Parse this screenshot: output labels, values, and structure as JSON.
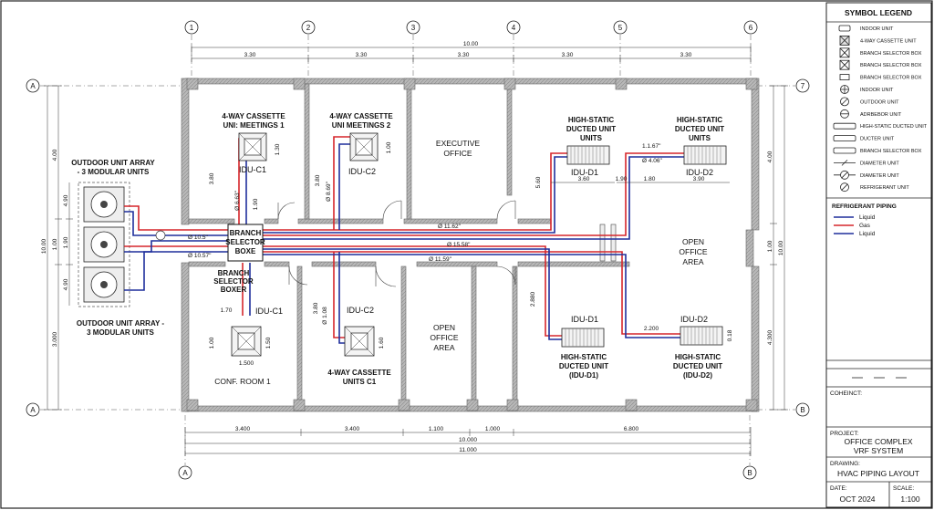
{
  "grid": {
    "columns": [
      "1",
      "2",
      "3",
      "4",
      "5",
      "6"
    ],
    "rows": [
      "A",
      "7",
      "A",
      "B",
      "A",
      "B"
    ]
  },
  "dims": {
    "top_total": "10.00",
    "top_bays": [
      "3.30",
      "3.30",
      "3.30",
      "3.30",
      "3.30"
    ],
    "bottom_bays": [
      "3.400",
      "3.400",
      "1.100",
      "1.000",
      "6.800"
    ],
    "bottom_total_1": "10.000",
    "bottom_total_2": "11.000",
    "left_total": "10.00",
    "left_upper": "4.00",
    "left_middle": "1.00",
    "left_lower": "3.000",
    "right_upper": "4.00",
    "right_middle": "1.00",
    "right_lower": "4.300",
    "right_total": "10.00",
    "oda_1": "4.90",
    "oda_2": "1.90",
    "oda_3": "4.90",
    "c1_side": "1.30",
    "c1_pipe": "1.90",
    "c1_pipe_dia": "Ø 6.63\"",
    "c2_pipe_dia": "Ø 8.69\"",
    "c2_left": "3.80",
    "c1_left": "3.80",
    "c2_side": "1.00",
    "d1_width": "3.60",
    "d1_drop": "5.60",
    "d2_width": "3.90",
    "d2_gap": "1.80",
    "d_mid": "1.90",
    "d_top": "1.1.67\"",
    "d_dia": "Ø 4.06\"",
    "main_1": "Ø 11.62\"",
    "main_2": "Ø 15.58\"",
    "main_3": "Ø 11.59\"",
    "od_1": "Ø 10.5\"",
    "od_2": "Ø 10.57\"",
    "lc1_top": "1.70",
    "lc1_side": "1.00",
    "lc1_side2": "1.50",
    "lc1_bottom": "1.500",
    "lc2_left": "3.80",
    "lc2_dia": "Ø 1.08",
    "lc2_side": "1.60",
    "ld1_drop": "2.880",
    "ld2_run": "2.200",
    "ld2_side": "0.18"
  },
  "labels": {
    "oda_top": [
      "OUTDOOR UNIT ARRAY",
      "- 3 MODULAR UNITS"
    ],
    "oda_bottom": [
      "OUTDOOR UNIT ARRAY -",
      "3 MODULAR UNITS"
    ],
    "c1_title": [
      "4-WAY CASSETTE",
      "UNI: MEETINGS 1"
    ],
    "c2_title": [
      "4-WAY CASSETTE",
      "UNI MEETINGS 2"
    ],
    "exec": [
      "EXECUTIVE",
      "OFFICE"
    ],
    "hs1_title": [
      "HIGH-STATIC",
      "DUCTED UNIT",
      "UNITS"
    ],
    "hs2_title": [
      "HIGH-STATIC",
      "DUCTED UNIT",
      "UNITS"
    ],
    "idu_c1": "IDU-C1",
    "idu_c2": "IDU-C2",
    "idu_d1": "IDU-D1",
    "idu_d2": "IDU-D2",
    "bsb_top": [
      "BRANCH",
      "SELECTOR",
      "BOXE"
    ],
    "bsb_bottom": [
      "BRANCH",
      "SELECTOR",
      "BOXER"
    ],
    "open_office_right": [
      "OPEN",
      "OFFICE",
      "AREA"
    ],
    "open_office_mid": [
      "OPEN",
      "OFFICE",
      "AREA"
    ],
    "lc1_idu": "IDU-C1",
    "lc2_idu": "IDU-C2",
    "ld1_idu": "IDU-D1",
    "ld2_idu": "IDU-D2",
    "conf": "CONF. ROOM 1",
    "lc2_title": [
      "4-WAY CASSETTE",
      "UNITS C1"
    ],
    "ld1_title": [
      "HIGH-STATIC",
      "DUCTED UNIT",
      "(IDU-D1)"
    ],
    "ld2_title": [
      "HIGH-STATIC",
      "DUCTED UNIT",
      "(IDU-D2)"
    ]
  },
  "legend": {
    "title": "SYMBOL LEGEND",
    "items": [
      "INDOOR UNIT",
      "4-WAY CASSETTE UNIT",
      "BRANCH SELECTOR BOX",
      "BRANCH SELECTOR BOX",
      "BRANCH SELECTOR BOX",
      "INDOOR UNIT",
      "OUTDOOR UNIT",
      "ADRBEBOR UNIT",
      "HIGH-STATIC DUCTED UNIT",
      "DUCTER UNIT",
      "BRANCH SELECTOR BOX",
      "DIAMETER UNIT",
      "DIAMETER UNIT",
      "REFRIGERANT UNIT"
    ],
    "icons": [
      "indoor-unit-icon",
      "cassette-icon",
      "cross-box-icon",
      "cross-box-icon",
      "small-box-icon",
      "circle-plus-icon",
      "circle-slash-icon",
      "circle-minus-icon",
      "long-rect-icon",
      "long-rect-icon",
      "long-rect-icon",
      "dimension-tick-icon",
      "circle-slash-line-icon",
      "circle-slash-icon"
    ],
    "piping_title": "REFRIGERANT PIPING",
    "piping": [
      {
        "label": "Liquid",
        "color": "#1f2f9c"
      },
      {
        "label": "Gas",
        "color": "#d6262b"
      },
      {
        "label": "Liquid",
        "color": "#1f2f9c"
      }
    ]
  },
  "title_block": {
    "client_label": "COHEINCT:",
    "project_label": "PROJECT:",
    "project": [
      "OFFICE COMPLEX",
      "VRF SYSTEM"
    ],
    "drawing_label": "DRAWING:",
    "drawing": "HVAC PIPING LAYOUT",
    "date_label": "DATE:",
    "date": "OCT 2024",
    "scale_label": "SCALE:",
    "scale": "1:100"
  },
  "colors": {
    "gas": "#d6262b",
    "liquid": "#1f2f9c",
    "wall": "#9a9a9a"
  }
}
